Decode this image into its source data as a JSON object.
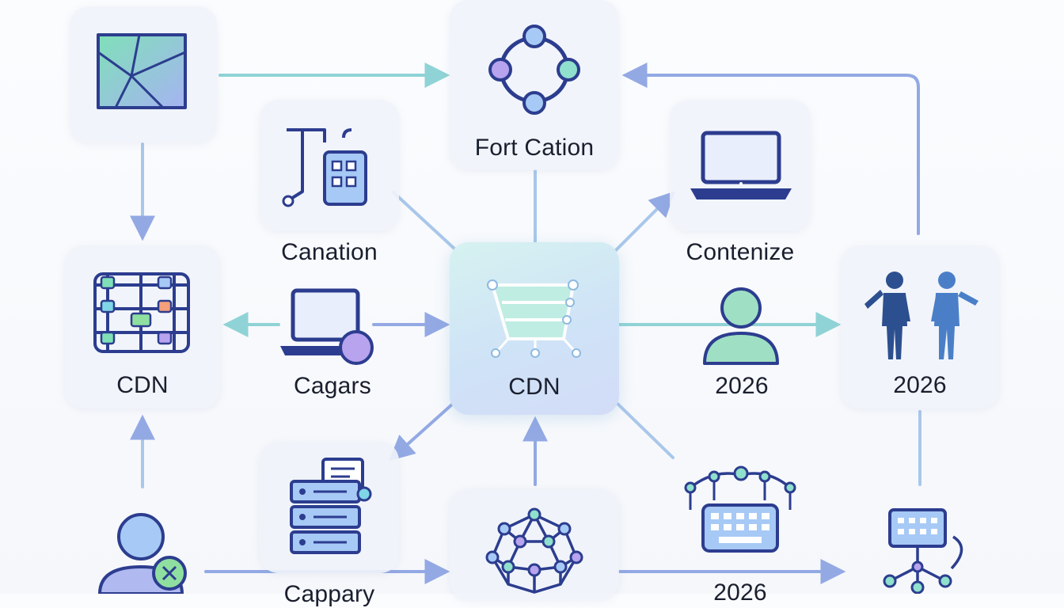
{
  "nodes": {
    "top_left": {
      "label": ""
    },
    "top_center": {
      "label": "Fort Cation"
    },
    "upper_left": {
      "label": "Canation"
    },
    "upper_right": {
      "label": "Contenize"
    },
    "left": {
      "label": "CDN"
    },
    "center_left": {
      "label": "Cagars"
    },
    "center": {
      "label": "CDN"
    },
    "center_right": {
      "label": "2026"
    },
    "right": {
      "label": "2026"
    },
    "lower_left": {
      "label": "Cappary"
    },
    "bottom_left": {
      "label": ""
    },
    "bottom_center": {
      "label": ""
    },
    "lower_right": {
      "label": "2026"
    },
    "bottom_right": {
      "label": ""
    }
  },
  "icons": {
    "top_left": "map-icon",
    "top_center": "ring-network-icon",
    "upper_left": "circuit-board-icon",
    "upper_right": "laptop-icon",
    "left": "grid-matrix-icon",
    "center_left": "laptop-user-icon",
    "center": "cart-network-icon",
    "center_right": "user-icon",
    "right": "two-people-icon",
    "lower_left": "server-stack-icon",
    "bottom_left": "user-tools-icon",
    "bottom_center": "sphere-network-icon",
    "lower_right": "keyboard-network-icon",
    "bottom_right": "monitor-tree-icon"
  },
  "colors": {
    "edge_blue": "#93a9e4",
    "edge_teal": "#8fd3d6",
    "icon_stroke": "#2c3d8f",
    "icon_fill_blue": "#a7c9f5",
    "icon_fill_teal": "#8fe0cc",
    "icon_fill_purple": "#b8a3ee"
  }
}
